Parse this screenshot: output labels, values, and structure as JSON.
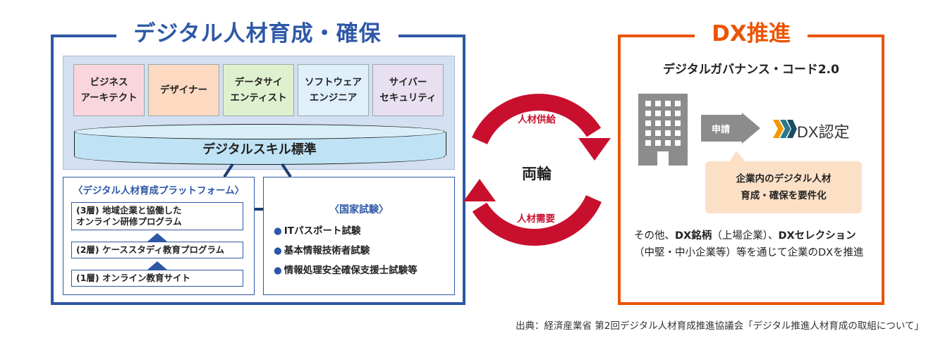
{
  "left": {
    "title": "デジタル人材育成・確保",
    "roles": [
      {
        "label": "ビジネス\nアーキテクト",
        "color": "#f9d6de"
      },
      {
        "label": "デザイナー",
        "color": "#fcd9c0"
      },
      {
        "label": "データサイ\nエンティスト",
        "color": "#dff0cf"
      },
      {
        "label": "ソフトウェア\nエンジニア",
        "color": "#dff0fb"
      },
      {
        "label": "サイバー\nセキュリティ",
        "color": "#e8dff0"
      }
    ],
    "skill_standard": "デジタルスキル標準",
    "platform": {
      "title": "〈デジタル人材育成プラットフォーム〉",
      "layers": [
        "(3層) 地域企業と協働した\nオンライン研修プログラム",
        "(2層) ケーススタディ教育プログラム",
        "(1層) オンライン教育サイト"
      ]
    },
    "national_exam": {
      "title": "〈国家試験〉",
      "items": [
        "ITパスポート試験",
        "基本情報技術者試験",
        "情報処理安全確保支援士試験等"
      ]
    }
  },
  "middle": {
    "center": "両輪",
    "supply": "人材供給",
    "demand": "人材需要"
  },
  "right": {
    "title": "DX推進",
    "code": "デジタルガバナンス・コード2.0",
    "apply": "申請",
    "cert": "DX認定",
    "note": "企業内のデジタル人材\n育成・確保を要件化",
    "bottom_parts": [
      "その他、",
      "DX銘柄",
      "（上場企業）、",
      "DXセレクション",
      "（中堅・中小企業等）等を通じて企業のDXを推進"
    ]
  },
  "source": "出典：経済産業省 第2回デジタル人材育成推進協議会「デジタル推進人材育成の取組について」",
  "colors": {
    "blue": "#2e58a6",
    "orange": "#ea5504",
    "red": "#c8102e"
  },
  "icons": [
    "building-icon",
    "arrow-right-icon",
    "dx-logo-icon"
  ]
}
